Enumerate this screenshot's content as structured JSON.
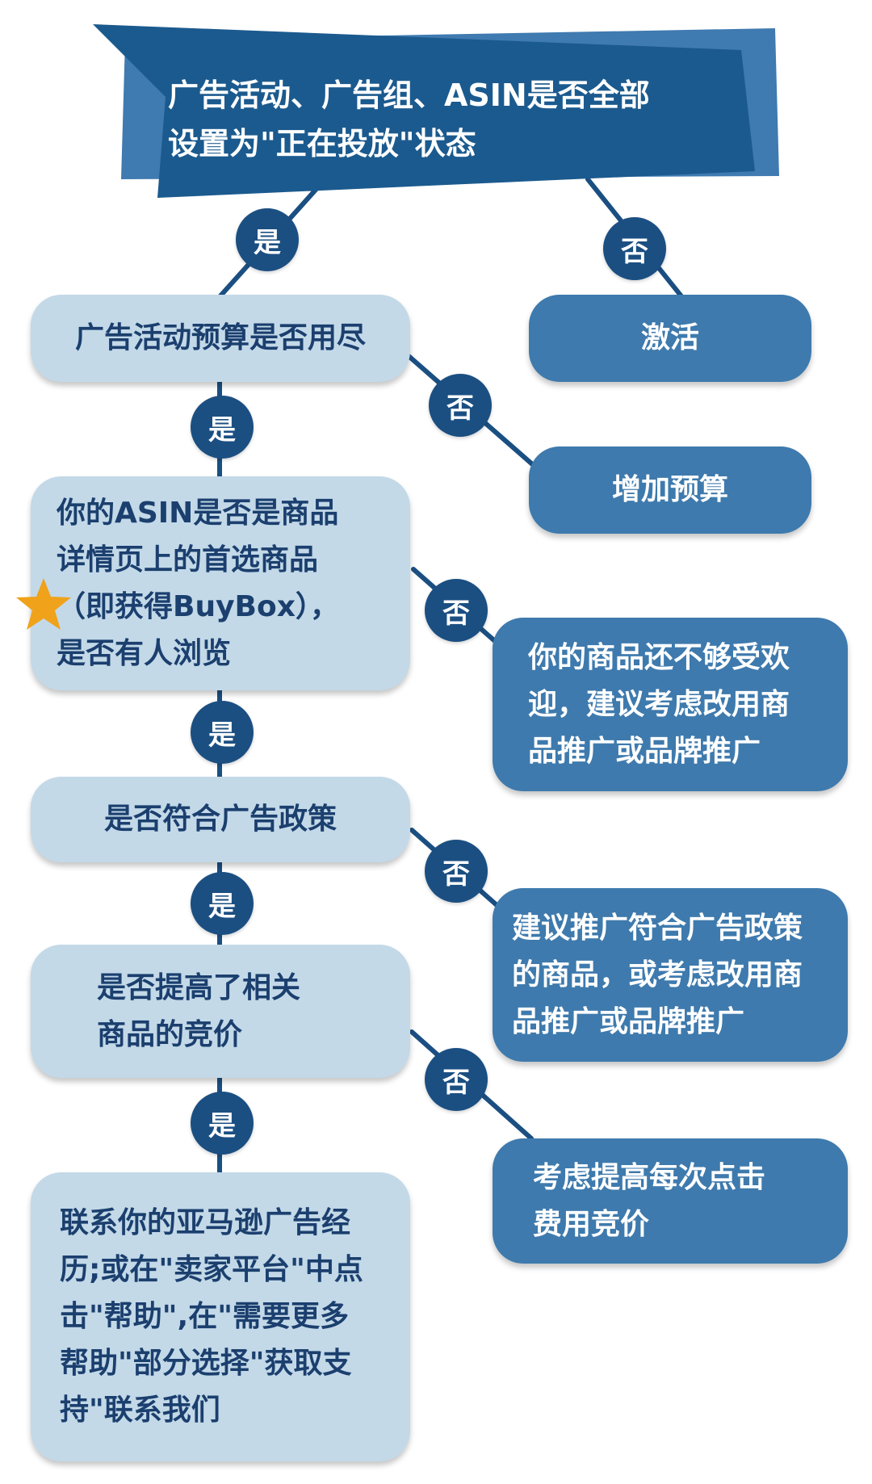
{
  "header": {
    "text": "广告活动、广告组、ASIN是否全部\n设置为\"正在投放\"状态"
  },
  "labels": {
    "yes": "是",
    "no": "否"
  },
  "nodes": {
    "budget_check": "广告活动预算是否用尽",
    "activate": "激活",
    "increase_budget": "增加预算",
    "buybox_check": "你的ASIN是否是商品\n详情页上的首选商品\n（即获得BuyBox），\n是否有人浏览",
    "unpopular_tip": "你的商品还不够受欢\n迎，建议考虑改用商\n品推广或品牌推广",
    "policy_check": "是否符合广告政策",
    "policy_tip": "建议推广符合广告政策\n的商品，或考虑改用商\n品推广或品牌推广",
    "bid_check": "是否提高了相关\n商品的竞价",
    "cpc_tip": "考虑提高每次点击\n费用竞价",
    "contact": "联系你的亚马逊广告经\n历;或在\"卖家平台\"中点\n击\"帮助\",在\"需要更多\n帮助\"部分选择\"获取支\n持\"联系我们"
  },
  "colors": {
    "light_box": "#c3d9e8",
    "dark_box": "#3e7aad",
    "banner_front": "#1b5a8e",
    "banner_back": "#3f7ab0",
    "badge": "#1b4f82",
    "line": "#1b4f82",
    "star": "#f0a21a"
  },
  "icons": {
    "highlight": "star-icon"
  }
}
